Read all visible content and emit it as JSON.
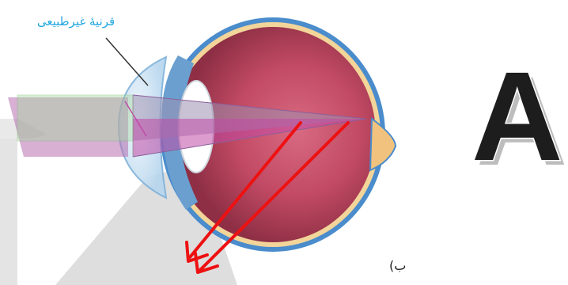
{
  "labels": {
    "cornea": "قرنیهٔ غیرطبیعی",
    "panel": "ب)"
  },
  "letter": "A",
  "colors": {
    "cornea_label": "#22a7e0",
    "pointer": "#333333",
    "beam": "#c04aa6",
    "beam_green": "#7ec07a",
    "eyeball": "#c84f6a",
    "sclera": "#4a8ccc",
    "arrow": "#ee1111",
    "shadow": "#dcdcdc",
    "letter_fill": "#111111"
  }
}
